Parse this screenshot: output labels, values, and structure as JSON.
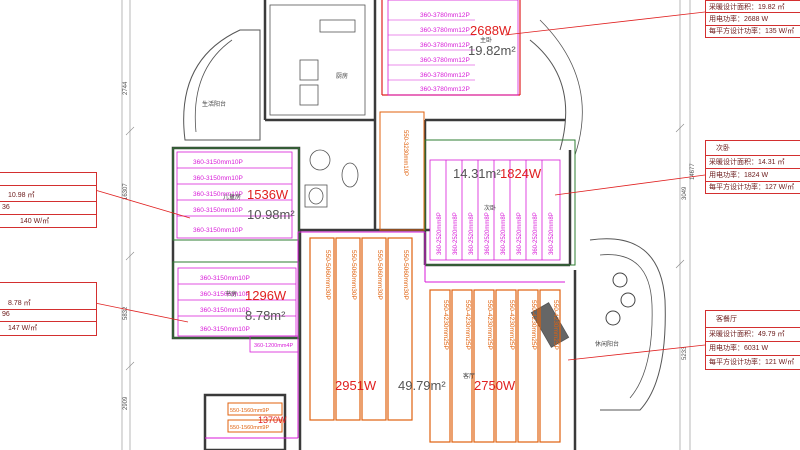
{
  "strips": {
    "master": "360-3780mm12P",
    "living": "360-3150mm10P",
    "study": "360-3150mm10P",
    "study_small": "360-1200mm4P",
    "second": "360-2520mm8P",
    "dining": "550-5060mm30P",
    "living_right": "550-4230mm25P",
    "corridor": "550-3230mm10P",
    "bottom": "550-1560mm9P"
  },
  "labels": {
    "master_power": "2688W",
    "master_area": "19.82m²",
    "master_room": "主卧",
    "living_power": "1536W",
    "living_area": "10.98m²",
    "living_room": "儿童房",
    "study_power": "1296W",
    "study_area": "8.78m²",
    "study_room": "书房",
    "second_area": "14.31m²",
    "second_power": "1824W",
    "second_room": "次卧",
    "dining_power": "2951W",
    "dining_area": "49.79m²",
    "living_right_power": "2750W",
    "living_right_room": "客厅",
    "bottom_power": "1370W",
    "kitchen": "厨房",
    "balcony_left": "生活阳台",
    "balcony_right": "休闲阳台"
  },
  "dims": {
    "d1": "2744",
    "d2": "16307",
    "d3": "5832",
    "d4": "2909",
    "d5": "3049",
    "d6": "14677",
    "d7": "5233"
  },
  "notes": {
    "top_right": {
      "area": "采暖设计面积：19.82 ㎡",
      "power": "用电功率：2688 W",
      "per": "每平方设计功率：135 W/㎡"
    },
    "second": {
      "title": "次卧",
      "area": "采暖设计面积：14.31 ㎡",
      "power": "用电功率：1824 W",
      "per": "每平方设计功率：127 W/㎡"
    },
    "living": {
      "title": "客餐厅",
      "area": "采暖设计面积：49.79 ㎡",
      "power": "用电功率：6031 W",
      "per": "每平方设计功率：121 W/㎡"
    },
    "left_top": {
      "area": "10.98 ㎡",
      "power": "36",
      "per": "140 W/㎡"
    },
    "left_bottom": {
      "area": "8.78 ㎡",
      "power": "96",
      "per": "147 W/㎡"
    }
  },
  "colors": {
    "magenta": "#d81ad8",
    "orange": "#e0620e",
    "red": "#e02020",
    "wall": "#3a3a3a",
    "green": "#2e7d32"
  }
}
